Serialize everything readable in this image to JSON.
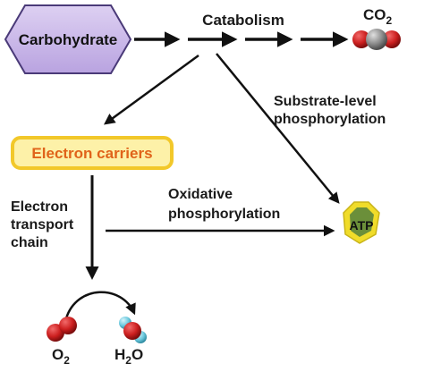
{
  "nodes": {
    "carbohydrate": "Carbohydrate",
    "electron_carriers": "Electron carriers",
    "atp": "ATP"
  },
  "labels": {
    "catabolism": "Catabolism",
    "substrate_level_1": "Substrate-level",
    "substrate_level_2": "phosphorylation",
    "oxidative_1": "Oxidative",
    "oxidative_2": "phosphorylation",
    "etc_1": "Electron",
    "etc_2": "transport",
    "etc_3": "chain"
  },
  "molecules": {
    "co2_base": "CO",
    "co2_sub": "2",
    "o2_base": "O",
    "o2_sub": "2",
    "h2o_h": "H",
    "h2o_sub": "2",
    "h2o_o": "O"
  },
  "colors": {
    "carbohydrate_fill": "#c8b6e8",
    "carbohydrate_stroke": "#4a3a78",
    "carrier_fill": "#fdf1a8",
    "carrier_stroke": "#f2c82a",
    "carrier_text": "#e0631a",
    "atp_outer": "#f0dc2a",
    "atp_inner": "#6b8f3a",
    "oxygen_red": "#cc1f1f",
    "carbon_gray": "#8a8a8a",
    "hydrogen_cyan": "#6cc9de",
    "arrow": "#111111"
  }
}
